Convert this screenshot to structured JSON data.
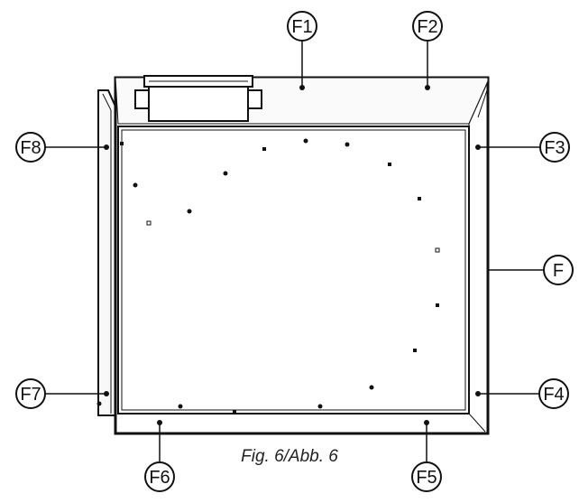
{
  "figure": {
    "caption": "Fig. 6/Abb. 6",
    "callouts": {
      "f1": "F1",
      "f2": "F2",
      "f3": "F3",
      "f4": "F4",
      "f5": "F5",
      "f6": "F6",
      "f7": "F7",
      "f8": "F8",
      "f": "F"
    }
  }
}
